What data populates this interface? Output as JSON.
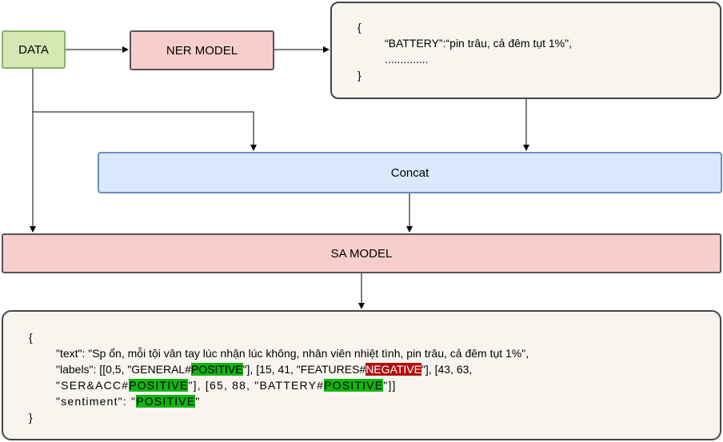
{
  "nodes": {
    "data": "DATA",
    "ner_model": "NER MODEL",
    "concat": "Concat",
    "sa_model": "SA MODEL"
  },
  "ner_output": {
    "open": "{",
    "key": "“BATTERY”",
    "colon": ":",
    "value": "“pin trâu, cả đêm tụt 1%\",",
    "ellipsis": "..............",
    "close": "}"
  },
  "sa_output": {
    "open": "{",
    "text_line": "\"text\": \"Sp ổn, mỗi tội vân tay lúc nhận lúc không, nhân viên nhiệt tình, pin trâu, cả đêm tụt 1%\",",
    "labels_prefix": "\"labels\": [[0,5, \"GENERAL#",
    "labels_general_sentiment": "POSITIVE",
    "labels_mid1": "\"], [15, 41, \"FEATURES#",
    "labels_features_sentiment": "NEGATIVE",
    "labels_mid2": "\"], [43, 63,",
    "labels_ser_prefix": "\"SER&ACC#",
    "labels_ser_sentiment": "POSITIVE",
    "labels_mid3": "\"],  [65, 88, \"BATTERY#",
    "labels_battery_sentiment": "POSITIVE",
    "labels_end": "\"]]",
    "sentiment_prefix": "\"sentiment\": \"",
    "sentiment_value": "POSITIVE",
    "sentiment_end": "\"",
    "close": "}"
  },
  "colors": {
    "positive": "#13b313",
    "negative": "#b01010",
    "data_fill": "#d5e8b4",
    "model_fill": "#f8cecc",
    "concat_fill": "#dae8fc"
  }
}
